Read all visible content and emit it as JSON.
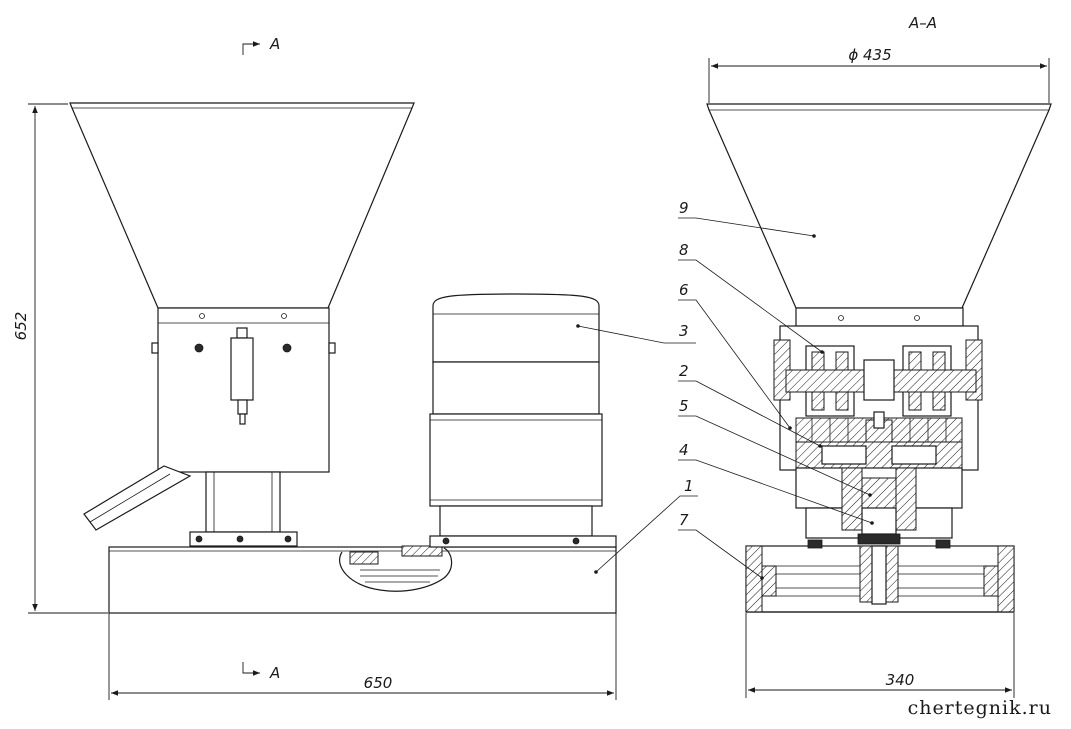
{
  "section_marks": {
    "top": "A",
    "bottom": "A",
    "view_title": "A–A"
  },
  "dimensions": {
    "height": "652",
    "length": "650",
    "hopper_diameter": "ϕ 435",
    "base_width": "340"
  },
  "callouts": [
    "1",
    "2",
    "3",
    "4",
    "5",
    "6",
    "7",
    "8",
    "9"
  ],
  "watermark": "chertegnik.ru"
}
